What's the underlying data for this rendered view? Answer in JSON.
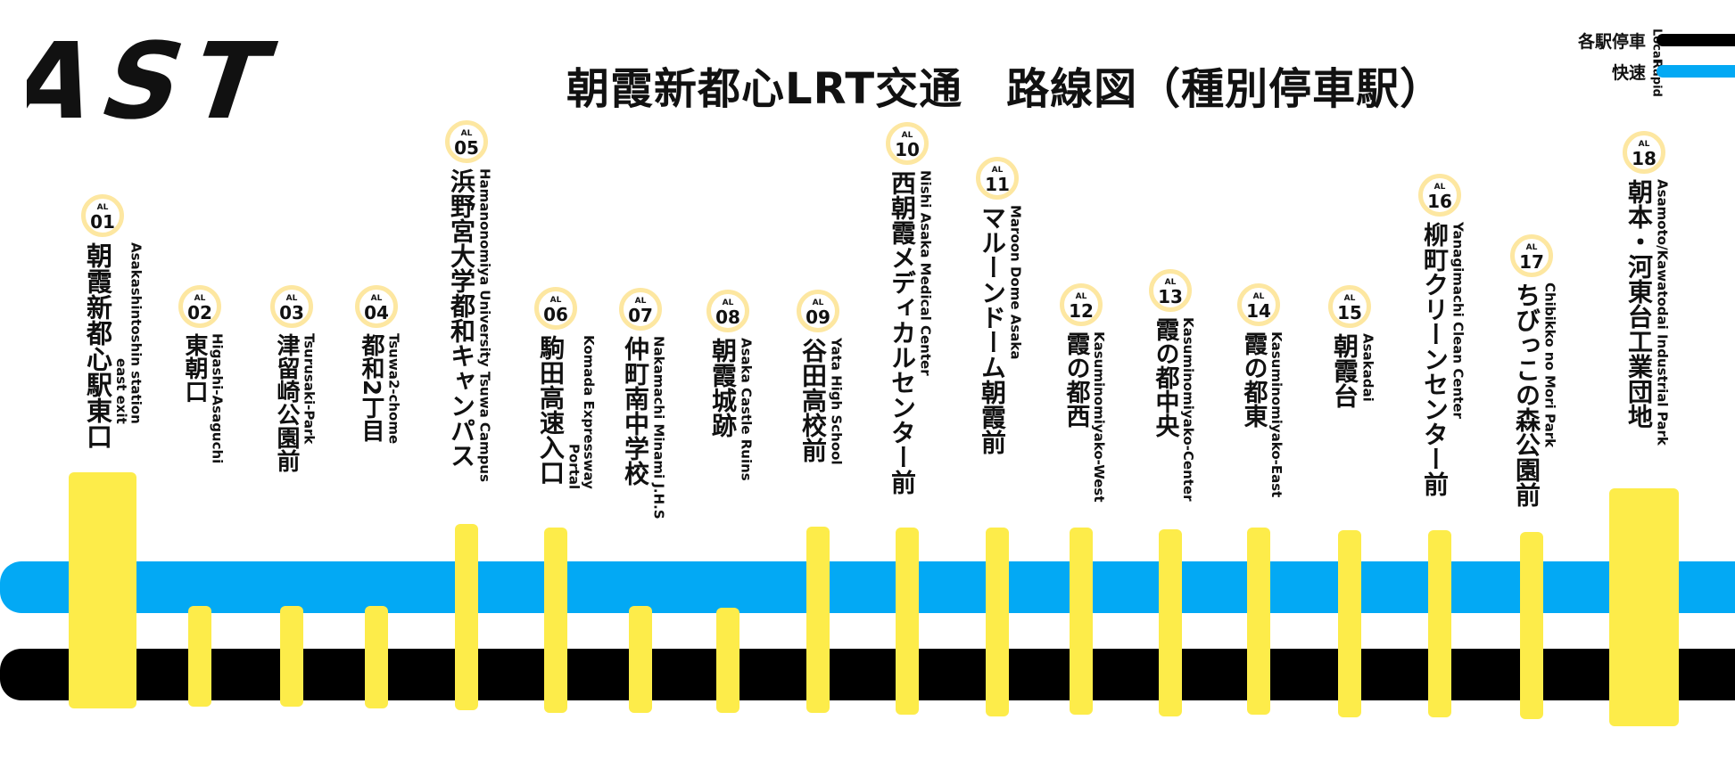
{
  "header": {
    "logo_text": "AST",
    "title": "朝霞新都心LRT交通　路線図（種別停車駅）"
  },
  "legend": [
    {
      "label": "各駅停車",
      "label_en": "Local",
      "color": "#000000"
    },
    {
      "label": "快速",
      "label_en": "Rapid",
      "color": "#03a9f4"
    }
  ],
  "colors": {
    "stop": "#fdec4a",
    "badge_ring": "#fde7a1",
    "rapid": "#03a9f4",
    "local": "#000000"
  },
  "stations": [
    {
      "code": "AL",
      "number": "01",
      "name_jp": "朝霞新都心駅東口",
      "name_en": "Asakashintoshin station\neast exit",
      "rapid": true
    },
    {
      "code": "AL",
      "number": "02",
      "name_jp": "東朝口",
      "name_en": "Higashi-Asaguchi",
      "rapid": false
    },
    {
      "code": "AL",
      "number": "03",
      "name_jp": "津留崎公園前",
      "name_en": "Tsurusaki-Park",
      "rapid": false
    },
    {
      "code": "AL",
      "number": "04",
      "name_jp": "都和2丁目",
      "name_en": "Tsuwa2-chome",
      "rapid": false
    },
    {
      "code": "AL",
      "number": "05",
      "name_jp": "浜野宮大学都和キャンパス",
      "name_en": "Hamanonomiya University Tsuwa Campus",
      "rapid": true
    },
    {
      "code": "AL",
      "number": "06",
      "name_jp": "駒田高速入口",
      "name_en": "Komada Expressway\nPortal",
      "rapid": true
    },
    {
      "code": "AL",
      "number": "07",
      "name_jp": "仲町南中学校",
      "name_en": "Nakamachi Minami J.H.S",
      "rapid": false
    },
    {
      "code": "AL",
      "number": "08",
      "name_jp": "朝霞城跡",
      "name_en": "Asaka Castle Ruins",
      "rapid": false
    },
    {
      "code": "AL",
      "number": "09",
      "name_jp": "谷田高校前",
      "name_en": "Yata High School",
      "rapid": true
    },
    {
      "code": "AL",
      "number": "10",
      "name_jp": "西朝霞メディカルセンター前",
      "name_en": "Nishi Asaka Medical Center",
      "rapid": true
    },
    {
      "code": "AL",
      "number": "11",
      "name_jp": "マルーンドーム朝霞前",
      "name_en": "Maroon Dome Asaka",
      "rapid": true
    },
    {
      "code": "AL",
      "number": "12",
      "name_jp": "霞の都西",
      "name_en": "Kasuminomiyako-West",
      "rapid": true
    },
    {
      "code": "AL",
      "number": "13",
      "name_jp": "霞の都中央",
      "name_en": "Kasuminomiyako-Center",
      "rapid": true
    },
    {
      "code": "AL",
      "number": "14",
      "name_jp": "霞の都東",
      "name_en": "Kasuminomiyako-East",
      "rapid": true
    },
    {
      "code": "AL",
      "number": "15",
      "name_jp": "朝霞台",
      "name_en": "Asakadai",
      "rapid": true
    },
    {
      "code": "AL",
      "number": "16",
      "name_jp": "柳町クリーンセンター前",
      "name_en": "Yanagimachi Clean Center",
      "rapid": true
    },
    {
      "code": "AL",
      "number": "17",
      "name_jp": "ちびっこの森公園前",
      "name_en": "Chibikko no Mori Park",
      "rapid": true
    },
    {
      "code": "AL",
      "number": "18",
      "name_jp": "朝本・河東台工業団地",
      "name_en": "Asamoto/Kawatodai Industrial Park",
      "rapid": true
    }
  ]
}
